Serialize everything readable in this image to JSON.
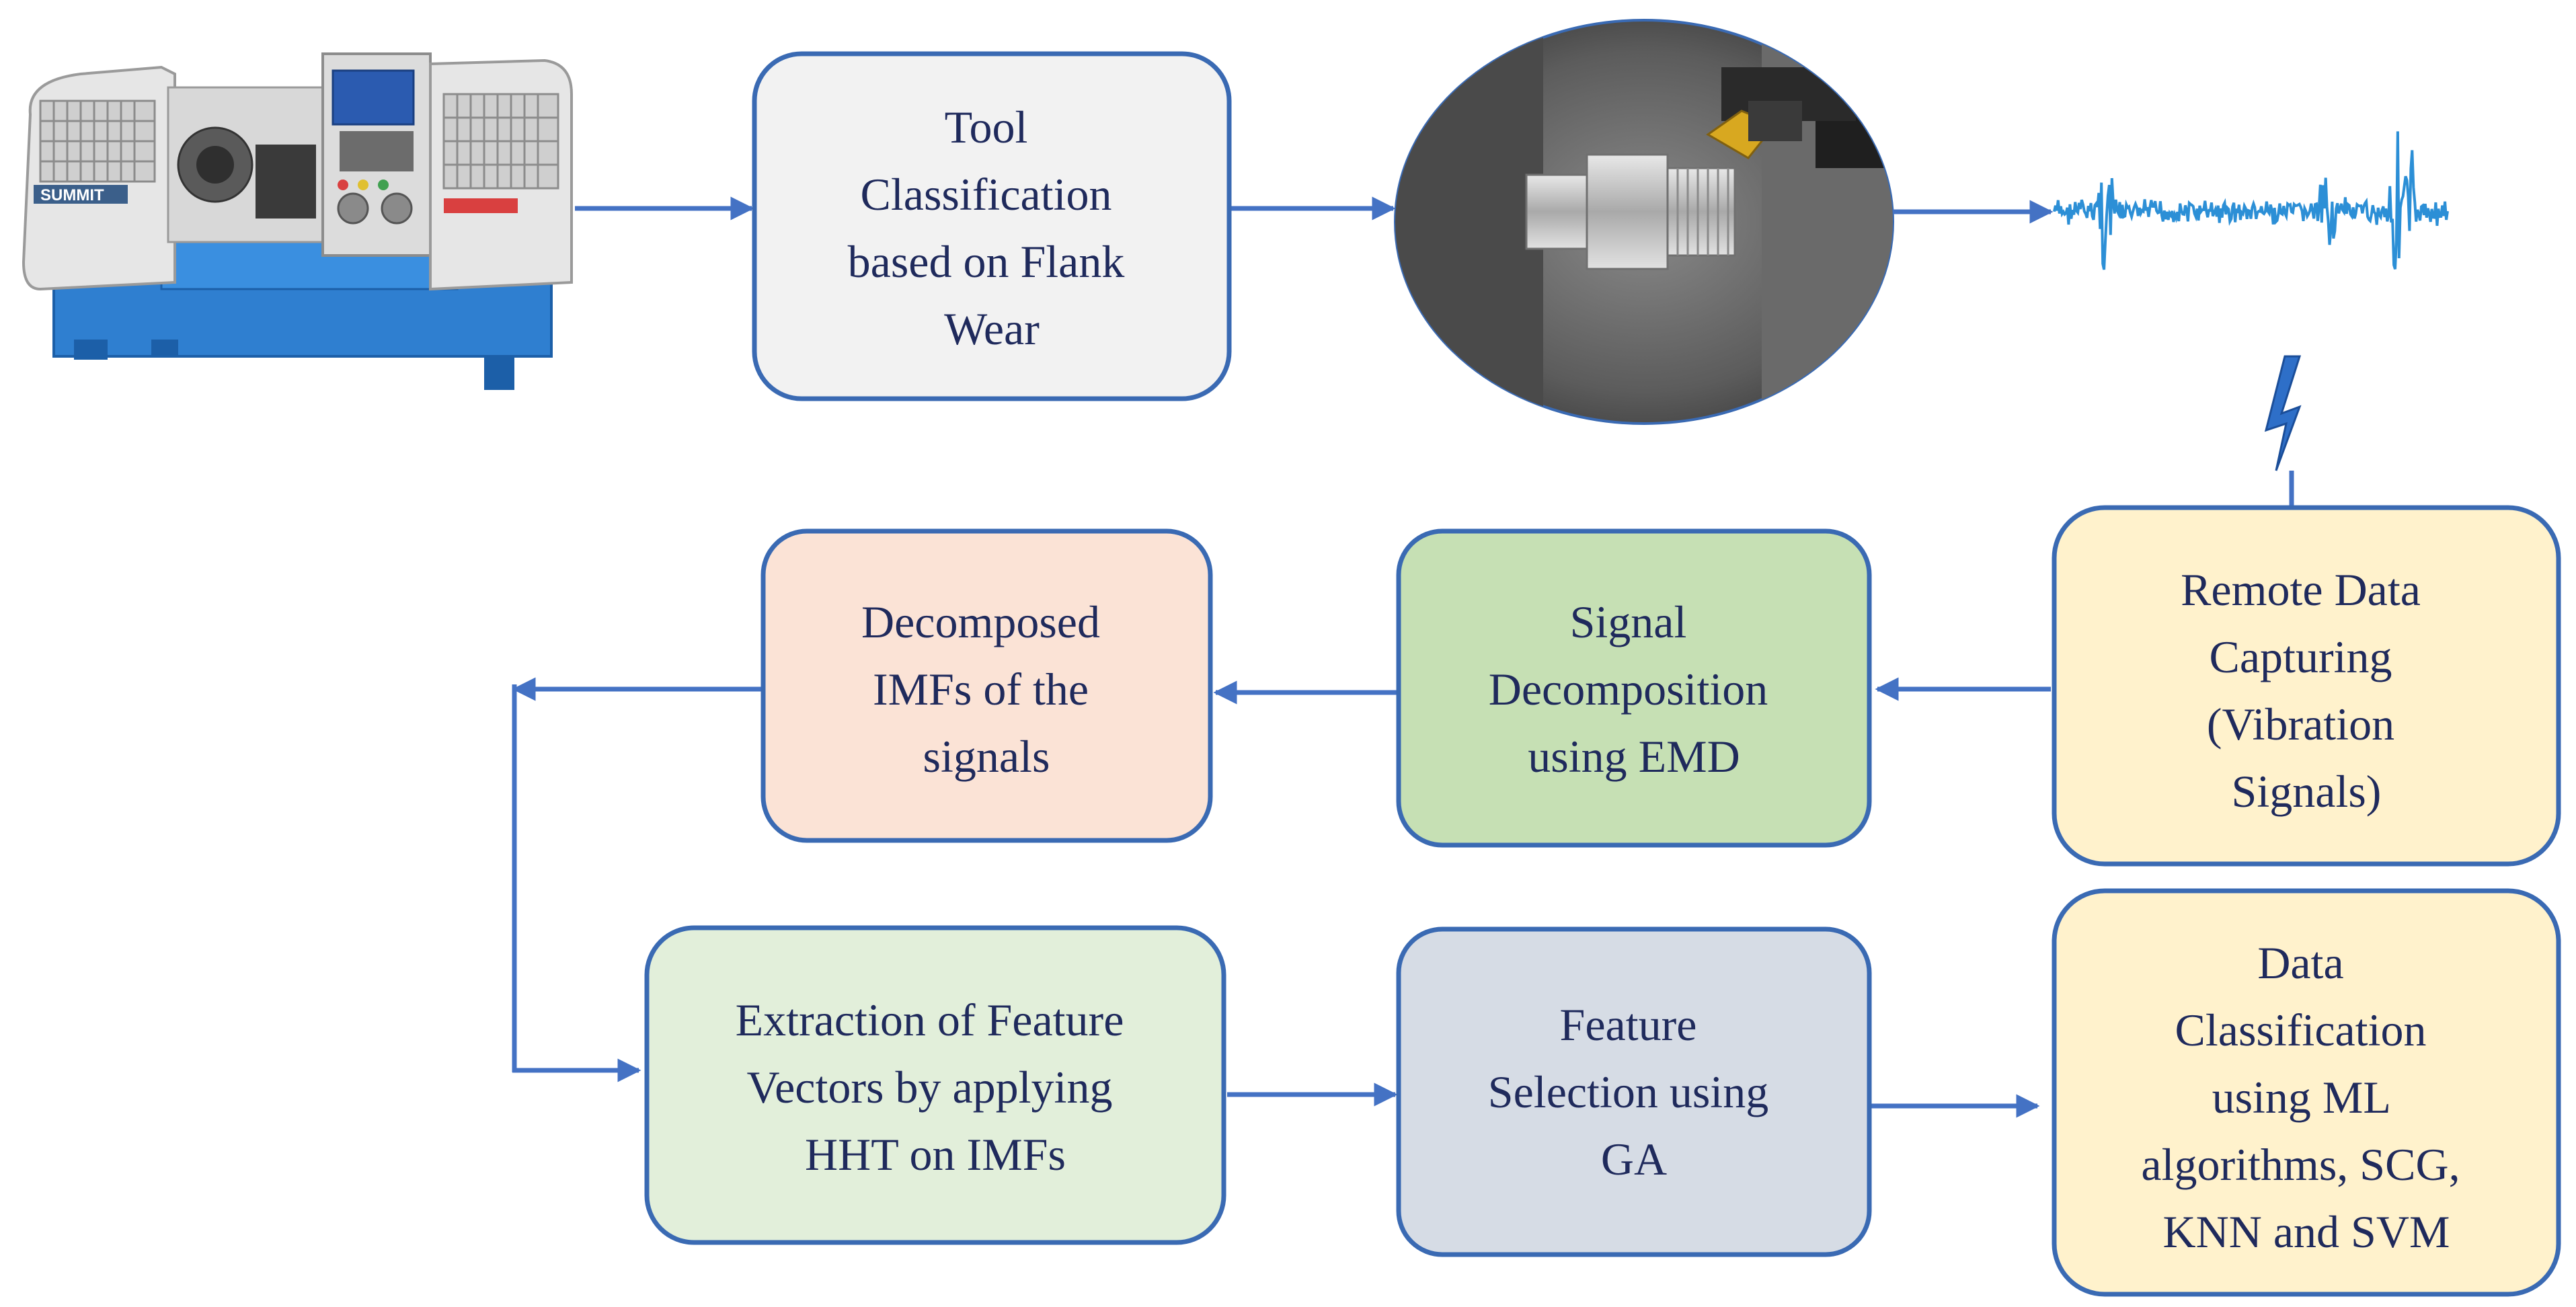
{
  "colors": {
    "border": "#3a6ab3",
    "arrow": "#4472c4",
    "text": "#1f2a5c",
    "fill_tool_classification": "#f2f2f2",
    "fill_decomposed_imfs": "#fbe3d6",
    "fill_signal_decomposition": "#c6e0b4",
    "fill_remote_data": "#fff2cc",
    "fill_extraction": "#e2efda",
    "fill_feature_selection": "#d6dce5",
    "fill_data_classification": "#fff2cc"
  },
  "images": {
    "lathe_machine": {
      "icon": "cnc-lathe-machine",
      "brand_label": "SUMMIT"
    },
    "tool_workpiece": {
      "icon": "turning-tool-workpiece-photo"
    },
    "vibration_signal": {
      "icon": "vibration-signal-waveform"
    },
    "wireless": {
      "icon": "lightning-bolt-icon"
    }
  },
  "boxes": {
    "tool_classification": {
      "lines": [
        "Tool",
        "Classification",
        "based on Flank",
        "Wear"
      ]
    },
    "decomposed_imfs": {
      "lines": [
        "Decomposed",
        "IMFs of the",
        "signals"
      ]
    },
    "signal_decomposition": {
      "lines": [
        "Signal",
        "Decomposition",
        "using EMD"
      ]
    },
    "remote_data": {
      "lines": [
        "Remote Data",
        "Capturing",
        "(Vibration",
        "Signals)"
      ]
    },
    "extraction": {
      "lines": [
        "Extraction of Feature",
        "Vectors by applying",
        "HHT on IMFs"
      ]
    },
    "feature_selection": {
      "lines": [
        "Feature",
        "Selection using",
        "GA"
      ]
    },
    "data_classification": {
      "lines": [
        "Data",
        "Classification",
        "using ML",
        "algorithms, SCG,",
        "KNN and SVM"
      ]
    }
  }
}
